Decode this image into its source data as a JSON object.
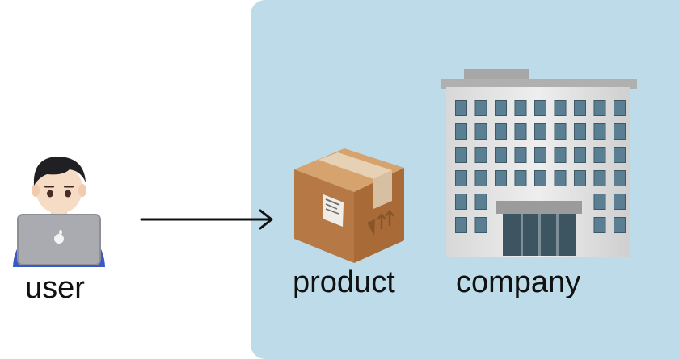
{
  "nodes": {
    "user": {
      "label": "user",
      "icon": "user-at-laptop-icon"
    },
    "product": {
      "label": "product",
      "icon": "package-box-icon"
    },
    "company": {
      "label": "company",
      "icon": "office-building-icon"
    }
  },
  "edges": [
    {
      "from": "user",
      "to": "product"
    }
  ],
  "colors": {
    "panel": "#bddbe8",
    "arrow": "#111111",
    "text": "#111111"
  }
}
